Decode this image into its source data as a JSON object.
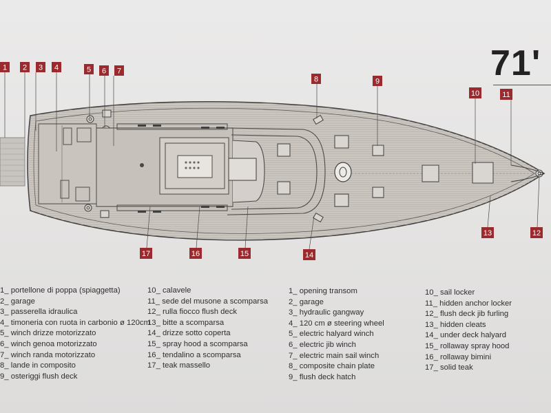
{
  "title": "71'",
  "callouts": [
    "1",
    "2",
    "3",
    "4",
    "5",
    "6",
    "7",
    "8",
    "9",
    "10",
    "11",
    "12",
    "13",
    "14",
    "15",
    "16",
    "17"
  ],
  "legend_it_left": [
    {
      "num": "1_",
      "text": "portellone di poppa (spiaggetta)"
    },
    {
      "num": "2_",
      "text": "garage"
    },
    {
      "num": "3_",
      "text": "passerella idraulica"
    },
    {
      "num": "4_",
      "text": "timoneria con ruota in carbonio ø 120cm"
    },
    {
      "num": "5_",
      "text": "winch drizze motorizzato"
    },
    {
      "num": "6_",
      "text": "winch genoa motorizzato"
    },
    {
      "num": "7_",
      "text": "winch randa motorizzato"
    },
    {
      "num": "8_",
      "text": "lande in composito"
    },
    {
      "num": "9_",
      "text": "osteriggi flush deck"
    }
  ],
  "legend_it_right": [
    {
      "num": "10_",
      "text": "calavele"
    },
    {
      "num": "11_",
      "text": "sede del musone a scomparsa"
    },
    {
      "num": "12_",
      "text": "rulla fiocco flush deck"
    },
    {
      "num": "13_",
      "text": "bitte a scomparsa"
    },
    {
      "num": "14_",
      "text": "drizze sotto coperta"
    },
    {
      "num": "15_",
      "text": "spray hood a scomparsa"
    },
    {
      "num": "16_",
      "text": "tendalino a scomparsa"
    },
    {
      "num": "17_",
      "text": "teak massello"
    }
  ],
  "legend_en_left": [
    {
      "num": "1_",
      "text": "opening transom"
    },
    {
      "num": "2_",
      "text": "garage"
    },
    {
      "num": "3_",
      "text": "hydraulic gangway"
    },
    {
      "num": "4_",
      "text": "120 cm ø  steering wheel"
    },
    {
      "num": "5_",
      "text": "electric halyard winch"
    },
    {
      "num": "6_",
      "text": "electric jib winch"
    },
    {
      "num": "7_",
      "text": "electric main sail winch"
    },
    {
      "num": "8_",
      "text": "composite chain plate"
    },
    {
      "num": "9_",
      "text": "flush deck hatch"
    }
  ],
  "legend_en_right": [
    {
      "num": "10_",
      "text": "sail locker"
    },
    {
      "num": "11_",
      "text": "hidden anchor locker"
    },
    {
      "num": "12_",
      "text": "flush deck jib furling"
    },
    {
      "num": "13_",
      "text": "hidden cleats"
    },
    {
      "num": "14_",
      "text": "under deck halyard"
    },
    {
      "num": "15_",
      "text": "rollaway spray hood"
    },
    {
      "num": "16_",
      "text": "rollaway bimini"
    },
    {
      "num": "17_",
      "text": "solid teak"
    }
  ],
  "colors": {
    "callout": "#9a2a2e",
    "deck": "#cfcac4",
    "outline": "#4a4a4a"
  }
}
